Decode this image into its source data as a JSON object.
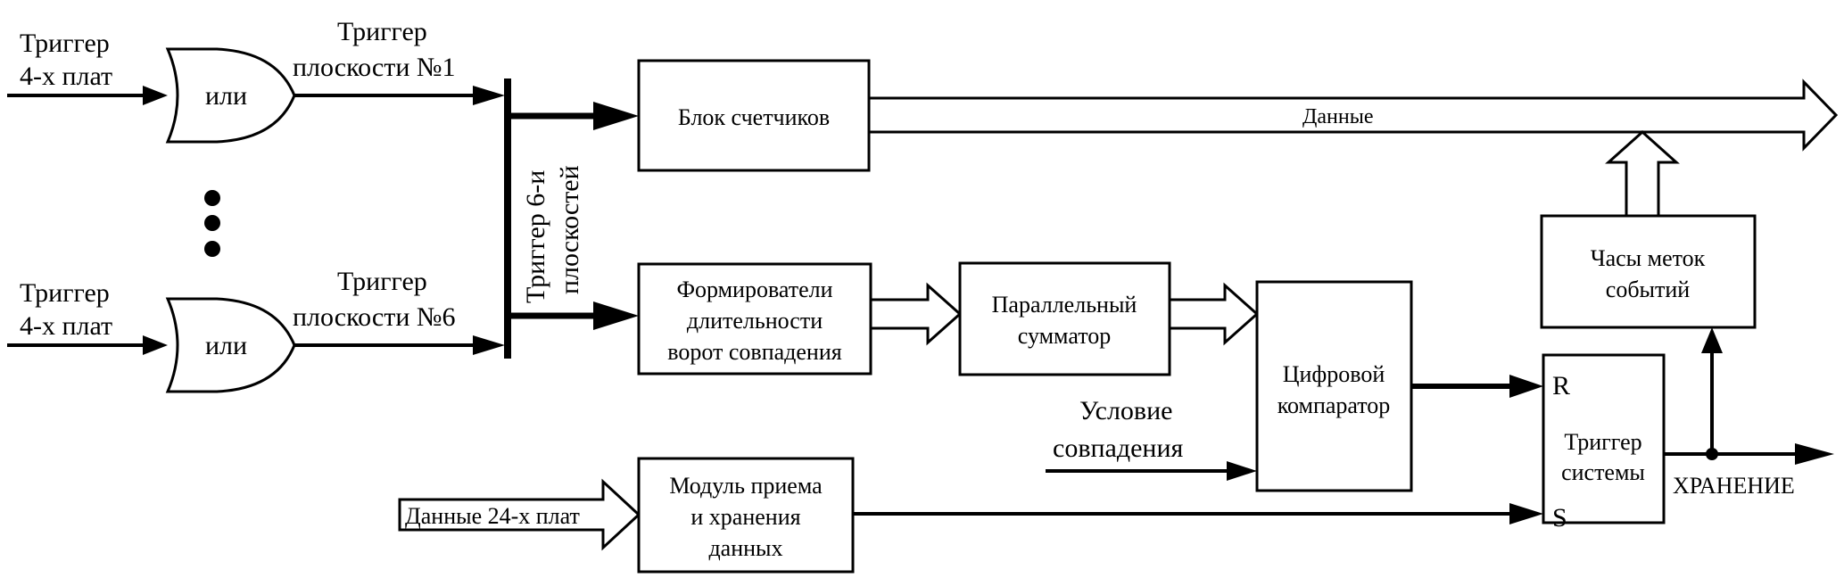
{
  "inputs": {
    "trigger1_line1": "Триггер",
    "trigger1_line2": "4-х плат",
    "trigger2_line1": "Триггер",
    "trigger2_line2": "4-х плат"
  },
  "gates": {
    "or1": "или",
    "or2": "или"
  },
  "plane_triggers": {
    "p1_line1": "Триггер",
    "p1_line2": "плоскости №1",
    "p6_line1": "Триггер",
    "p6_line2": "плоскости №6"
  },
  "bus_label": {
    "line1": "Триггер 6-и",
    "line2": "плоскостей"
  },
  "blocks": {
    "counters": "Блок счетчиков",
    "shapers_line1": "Формирователи",
    "shapers_line2": "длительности",
    "shapers_line3": "ворот совпадения",
    "adder_line1": "Параллельный",
    "adder_line2": "сумматор",
    "comparator_line1": "Цифровой",
    "comparator_line2": "компаратор",
    "clock_line1": "Часы меток",
    "clock_line2": "событий",
    "system_trigger_line1": "Триггер",
    "system_trigger_line2": "системы",
    "reset_port": "R",
    "set_port": "S",
    "receive_line1": "Модуль приема",
    "receive_line2": "и хранения",
    "receive_line3": "данных"
  },
  "labels": {
    "data_out": "Данные",
    "coincidence_line1": "Условие",
    "coincidence_line2": "совпадения",
    "data_in": "Данные 24-х плат",
    "storage": "ХРАНЕНИЕ"
  }
}
